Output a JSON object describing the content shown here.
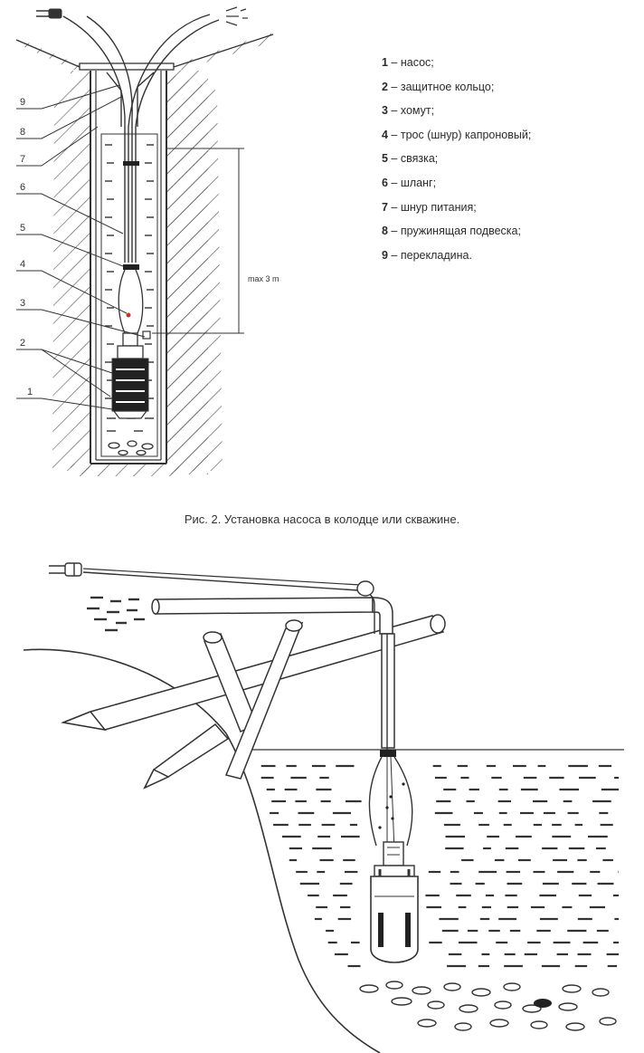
{
  "legend": [
    {
      "num": "1",
      "text": "насос;"
    },
    {
      "num": "2",
      "text": "защитное кольцо;"
    },
    {
      "num": "3",
      "text": "хомут;"
    },
    {
      "num": "4",
      "text": "трос (шнур) капроновый;"
    },
    {
      "num": "5",
      "text": "связка;"
    },
    {
      "num": "6",
      "text": "шланг;"
    },
    {
      "num": "7",
      "text": "шнур питания;"
    },
    {
      "num": "8",
      "text": "пружинящая подвеска;"
    },
    {
      "num": "9",
      "text": "перекладина."
    }
  ],
  "dash": " – ",
  "callouts": [
    "9",
    "8",
    "7",
    "6",
    "5",
    "4",
    "3",
    "2",
    "1"
  ],
  "dimension_label": "max 3 m",
  "caption": "Рис. 2. Установка насоса в колодце или скважине."
}
